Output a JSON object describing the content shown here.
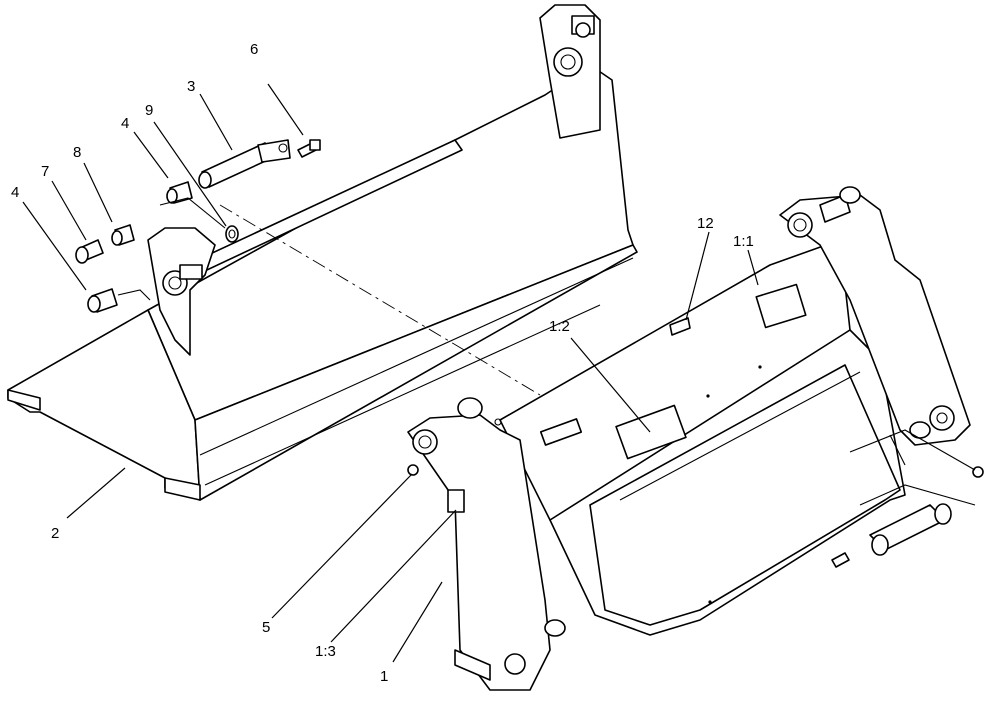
{
  "callouts": {
    "c1": "1",
    "c1_1": "1:1",
    "c1_2": "1:2",
    "c1_3": "1:3",
    "c2": "2",
    "c3": "3",
    "c4a": "4",
    "c4b": "4",
    "c5": "5",
    "c6": "6",
    "c7": "7",
    "c8": "8",
    "c9": "9",
    "c12": "12"
  }
}
